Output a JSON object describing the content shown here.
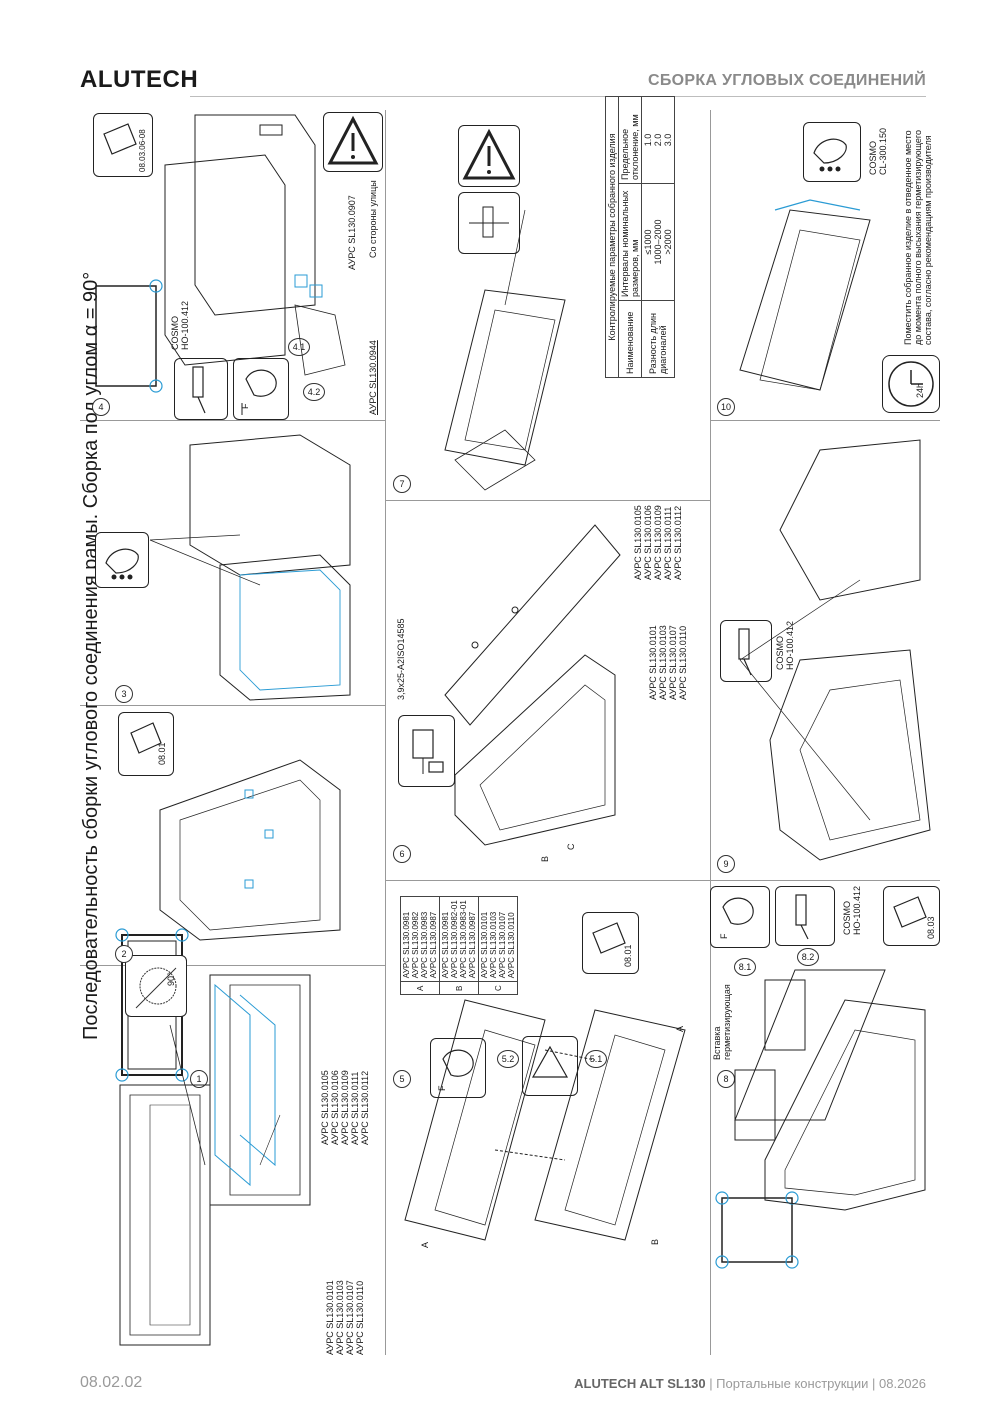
{
  "header": {
    "brand": "ALUTECH",
    "section_title": "СБОРКА УГЛОВЫХ СОЕДИНЕНИЙ"
  },
  "footer": {
    "page_number": "08.02.02",
    "product": "ALUTECH ALT SL130",
    "subtitle": " | Портальные конструкции | 08.2026"
  },
  "sheet_title": "Последовательность сборки углового соединения рамы. Сборка под углом α = 90°",
  "steps": {
    "s1": {
      "num": "1",
      "angle": "90°",
      "left_parts": [
        "АУРС SL130.0101",
        "АУРС SL130.0103",
        "АУРС SL130.0107",
        "АУРС SL130.0110"
      ],
      "right_parts": [
        "АУРС SL130.0105",
        "АУРС SL130.0106",
        "АУРС SL130.0109",
        "АУРС SL130.0111",
        "АУРС SL130.0112"
      ]
    },
    "s2": {
      "num": "2",
      "icon_label": "08.01"
    },
    "s3": {
      "num": "3"
    },
    "s4": {
      "num": "4",
      "icon_label": "08.03.06-08",
      "sealant": [
        "COSMO",
        "HO-100.412"
      ],
      "callout_41": "4.1",
      "callout_42": "4.2",
      "part_top": "АУРС SL130.0907",
      "side_note": "Со стороны улицы",
      "part_bottom": "АУРС SL130.0944",
      "force": "F"
    },
    "s5": {
      "num": "5",
      "callout_51": "5.1",
      "callout_52": "5.2",
      "force": "F",
      "icon_label": "08.01",
      "letters": [
        "A",
        "B",
        "C",
        "A",
        "B"
      ],
      "table": [
        {
          "group": "A",
          "parts": [
            "АУРС SL130.0981",
            "АУРС SL130.0982",
            "АУРС SL130.0983",
            "АУРС SL130.0987"
          ]
        },
        {
          "group": "B",
          "parts": [
            "АУРС SL130.0981",
            "АУРС SL130.0982-01",
            "АУРС SL130.0983-01",
            "АУРС SL130.0987"
          ]
        },
        {
          "group": "C",
          "parts": [
            "АУРС SL130.0101",
            "АУРС SL130.0103",
            "АУРС SL130.0107",
            "АУРС SL130.0110"
          ]
        }
      ]
    },
    "s6": {
      "num": "6",
      "screw": "3,9х25-A2ISO14585",
      "parts_a": [
        "АУРС SL130.0101",
        "АУРС SL130.0103",
        "АУРС SL130.0107",
        "АУРС SL130.0110"
      ],
      "parts_b": [
        "АУРС SL130.0105",
        "АУРС SL130.0106",
        "АУРС SL130.0109",
        "АУРС SL130.0111",
        "АУРС SL130.0112"
      ]
    },
    "s7": {
      "num": "7",
      "table_title": "Контролируемые параметры собранного изделия",
      "col_name": "Наименование",
      "col_intervals": "Интервалы номинальных размеров, мм",
      "col_limit": "Предельное отклонение, мм",
      "row_name": "Разность длин диагоналей",
      "intervals": [
        "≤1000",
        "1000–2000",
        ">2000"
      ],
      "limits": [
        "1.0",
        "2.0",
        "3.0"
      ]
    },
    "s8": {
      "num": "8",
      "callout_81": "8.1",
      "callout_82": "8.2",
      "force": "F",
      "sealant": [
        "COSMO",
        "HO-100.412"
      ],
      "icon_label": "08.03",
      "insert_label": [
        "Вставка",
        "герметизирующая"
      ]
    },
    "s9": {
      "num": "9",
      "sealant": [
        "COSMO",
        "HO-100.412"
      ]
    },
    "s10": {
      "num": "10",
      "sealant": [
        "COSMO",
        "CL-300.150"
      ],
      "clock": "24h",
      "note": [
        "Поместить собранное изделие в отведенное место",
        "до момента полного высыхания герметизирующего",
        "состава, согласно рекомендациям производителя"
      ]
    }
  }
}
